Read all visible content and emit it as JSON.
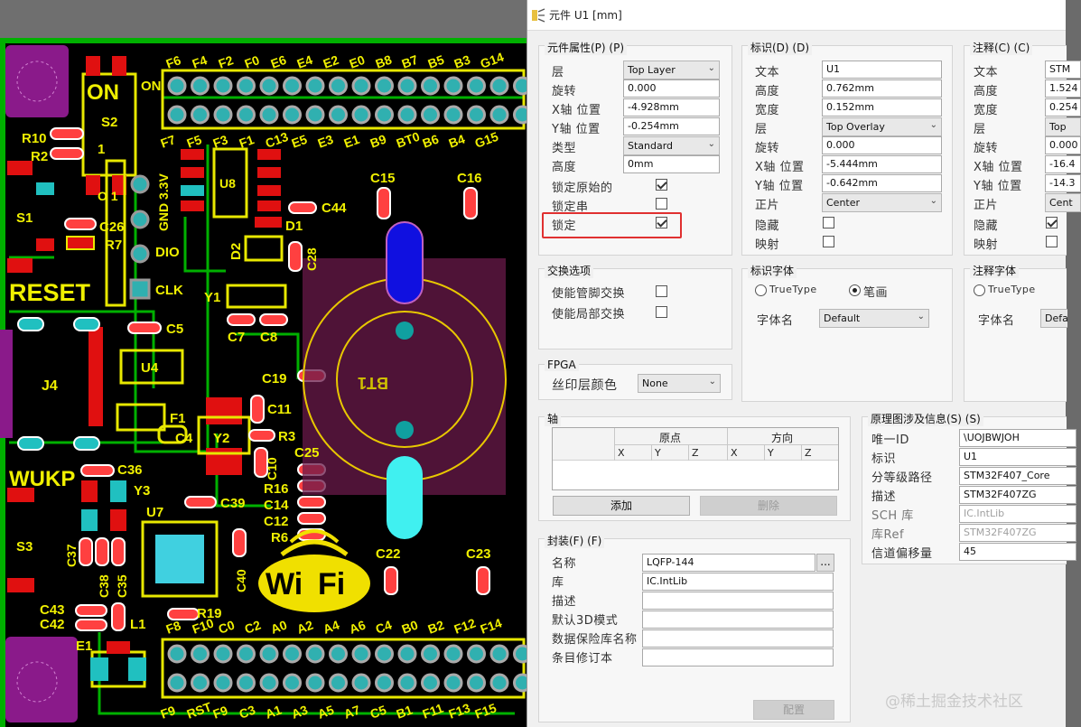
{
  "dialog": {
    "title": "元件 U1 [mm]",
    "component_properties": {
      "title": "元件属性(P) (P)",
      "rows": [
        {
          "label": "层",
          "value": "Top Layer",
          "type": "select"
        },
        {
          "label": "旋转",
          "value": "0.000",
          "type": "input"
        },
        {
          "label": "X轴 位置",
          "value": "-4.928mm",
          "type": "input"
        },
        {
          "label": "Y轴 位置",
          "value": "-0.254mm",
          "type": "input"
        },
        {
          "label": "类型",
          "value": "Standard",
          "type": "select"
        },
        {
          "label": "高度",
          "value": "0mm",
          "type": "input"
        }
      ],
      "checks": [
        {
          "label": "锁定原始的",
          "checked": true
        },
        {
          "label": "锁定串",
          "checked": false
        },
        {
          "label": "锁定",
          "checked": true
        }
      ]
    },
    "designator": {
      "title": "标识(D) (D)",
      "rows": [
        {
          "label": "文本",
          "value": "U1",
          "type": "input"
        },
        {
          "label": "高度",
          "value": "0.762mm",
          "type": "input"
        },
        {
          "label": "宽度",
          "value": "0.152mm",
          "type": "input"
        },
        {
          "label": "层",
          "value": "Top Overlay",
          "type": "select"
        },
        {
          "label": "旋转",
          "value": "0.000",
          "type": "input"
        },
        {
          "label": "X轴 位置",
          "value": "-5.444mm",
          "type": "input"
        },
        {
          "label": "Y轴 位置",
          "value": "-0.642mm",
          "type": "input"
        },
        {
          "label": "正片",
          "value": "Center",
          "type": "select"
        }
      ],
      "checks": [
        {
          "label": "隐藏",
          "checked": false
        },
        {
          "label": "映射",
          "checked": false
        }
      ]
    },
    "comment": {
      "title": "注释(C) (C)",
      "rows": [
        {
          "label": "文本",
          "value": "STM",
          "type": "input"
        },
        {
          "label": "高度",
          "value": "1.524",
          "type": "input"
        },
        {
          "label": "宽度",
          "value": "0.254",
          "type": "input"
        },
        {
          "label": "层",
          "value": "Top",
          "type": "select"
        },
        {
          "label": "旋转",
          "value": "0.000",
          "type": "input"
        },
        {
          "label": "X轴 位置",
          "value": "-16.4",
          "type": "input"
        },
        {
          "label": "Y轴 位置",
          "value": "-14.3",
          "type": "input"
        },
        {
          "label": "正片",
          "value": "Cent",
          "type": "select"
        }
      ],
      "checks": [
        {
          "label": "隐藏",
          "checked": true
        },
        {
          "label": "映射",
          "checked": false
        }
      ]
    },
    "swap": {
      "title": "交换选项",
      "checks": [
        {
          "label": "使能管脚交换",
          "checked": false
        },
        {
          "label": "使能局部交换",
          "checked": false
        }
      ]
    },
    "designator_font": {
      "title": "标识字体",
      "truetype": "TrueType",
      "stroke": "笔画",
      "font_name_label": "字体名",
      "font_name": "Default"
    },
    "comment_font": {
      "title": "注释字体",
      "truetype": "TrueType",
      "font_name_label": "字体名",
      "font_name": "Defa"
    },
    "fpga": {
      "title": "FPGA",
      "label": "丝印层颜色",
      "value": "None"
    },
    "axis": {
      "title": "轴",
      "col_origin": "原点",
      "col_direction": "方向",
      "sub": [
        "X",
        "Y",
        "Z",
        "X",
        "Y",
        "Z"
      ],
      "add": "添加",
      "delete": "删除"
    },
    "footprint": {
      "title": "封装(F) (F)",
      "rows": [
        {
          "label": "名称",
          "value": "LQFP-144"
        },
        {
          "label": "库",
          "value": "IC.IntLib"
        },
        {
          "label": "描述",
          "value": ""
        },
        {
          "label": "默认3D模式",
          "value": ""
        },
        {
          "label": "数据保险库名称",
          "value": ""
        },
        {
          "label": "条目修订本",
          "value": ""
        }
      ],
      "browse": "...",
      "config": "配置"
    },
    "schematic": {
      "title": "原理图涉及信息(S) (S)",
      "rows": [
        {
          "label": "唯一ID",
          "value": "\\UOJBWJOH",
          "disabled": false
        },
        {
          "label": "标识",
          "value": "U1",
          "disabled": false
        },
        {
          "label": "分等级路径",
          "value": "STM32F407_Core",
          "disabled": false
        },
        {
          "label": "描述",
          "value": "STM32F407ZG",
          "disabled": false
        },
        {
          "label": "SCH 库",
          "value": "IC.IntLib",
          "disabled": true
        },
        {
          "label": "库Ref",
          "value": "STM32F407ZG",
          "disabled": true
        },
        {
          "label": "信道偏移量",
          "value": "45",
          "disabled": false
        }
      ]
    }
  },
  "watermark": "@稀土掘金技术社区",
  "pcb": {
    "labels": {
      "on_big": "ON",
      "on_small": "ON",
      "s2": "S2",
      "num1": "1",
      "r10": "R10",
      "r2": "R2",
      "o1": "O 1",
      "s1": "S1",
      "c26": "C26",
      "r7": "R7",
      "gnd": "GND 3.3V",
      "dio": "DIO",
      "clk": "CLK",
      "reset": "RESET",
      "u8": "U8",
      "f7": "F7",
      "f5": "F5",
      "f3": "F3",
      "f1": "F1",
      "c13": "C13",
      "c15": "C15",
      "c16": "C16",
      "c44": "C44",
      "d1": "D1",
      "d2": "D2",
      "c28": "C28",
      "y1": "Y1",
      "c7": "C7",
      "c8": "C8",
      "c5": "C5",
      "u4": "U4",
      "j4": "J4",
      "f1b": "F1",
      "c4": "C4",
      "y2": "Y2",
      "c11": "C11",
      "r3": "R3",
      "c10": "C10",
      "c19": "C19",
      "bt1": "BT1",
      "c25": "C25",
      "r16": "R16",
      "c14": "C14",
      "c12": "C12",
      "r6": "R6",
      "wukp": "WUKP",
      "c36": "C36",
      "y3": "Y3",
      "u7": "U7",
      "c39": "C39",
      "s3": "S3",
      "c37": "C37",
      "c38": "C38",
      "c35": "C35",
      "c40": "C40",
      "r19": "R19",
      "c22": "C22",
      "c23": "C23",
      "c43": "C43",
      "c42": "C42",
      "l1": "L1",
      "e1": "E1",
      "wifi_w": "Wi",
      "wifi_f": "Fi"
    },
    "top_header": [
      "F6",
      "F4",
      "F2",
      "F0",
      "E6",
      "E4",
      "E2",
      "E0",
      "B8",
      "B7",
      "B5",
      "B3",
      "G14"
    ],
    "top_header_row2": [
      "F7",
      "F5",
      "F3",
      "F1",
      "C13",
      "E5",
      "E3",
      "E1",
      "B9",
      "BT0",
      "B6",
      "B4",
      "G15"
    ],
    "bottom_header": [
      "F8",
      "F10",
      "C0",
      "C2",
      "A0",
      "A2",
      "A4",
      "A6",
      "C4",
      "B0",
      "B2",
      "F12",
      "F14"
    ],
    "bottom_header_row2": [
      "F9",
      "RST",
      "F9",
      "C3",
      "A1",
      "A3",
      "A5",
      "A7",
      "C5",
      "B1",
      "F11",
      "F13",
      "F15"
    ]
  }
}
